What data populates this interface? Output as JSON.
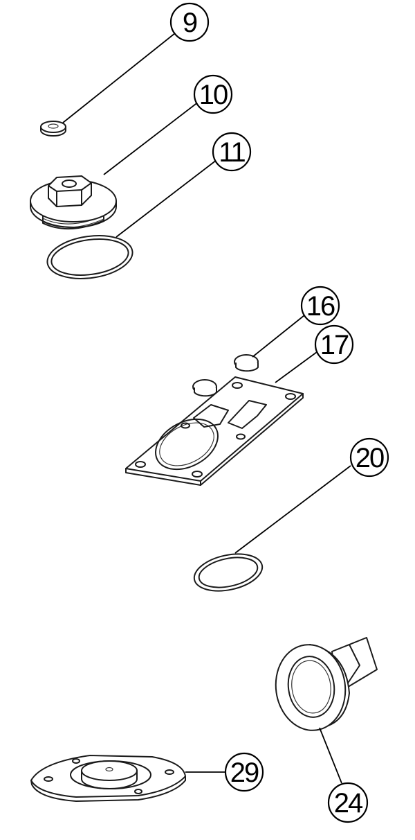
{
  "callouts": [
    {
      "id": "9",
      "label": "9"
    },
    {
      "id": "10",
      "label": "10"
    },
    {
      "id": "11",
      "label": "11"
    },
    {
      "id": "16",
      "label": "16"
    },
    {
      "id": "17",
      "label": "17"
    },
    {
      "id": "20",
      "label": "20"
    },
    {
      "id": "24",
      "label": "24"
    },
    {
      "id": "29",
      "label": "29"
    }
  ],
  "parts": [
    {
      "id": "9",
      "shape": "small-washer"
    },
    {
      "id": "10",
      "shape": "threaded-plug-hex-head"
    },
    {
      "id": "11",
      "shape": "o-ring-large"
    },
    {
      "id": "16",
      "shape": "valve-disc-pair"
    },
    {
      "id": "17",
      "shape": "valve-plate-gasket"
    },
    {
      "id": "20",
      "shape": "o-ring-small"
    },
    {
      "id": "24",
      "shape": "flanged-duckbill-valve"
    },
    {
      "id": "29",
      "shape": "diaphragm-plate"
    }
  ],
  "colors": {
    "line": "#1a1a1a",
    "background": "#ffffff"
  }
}
